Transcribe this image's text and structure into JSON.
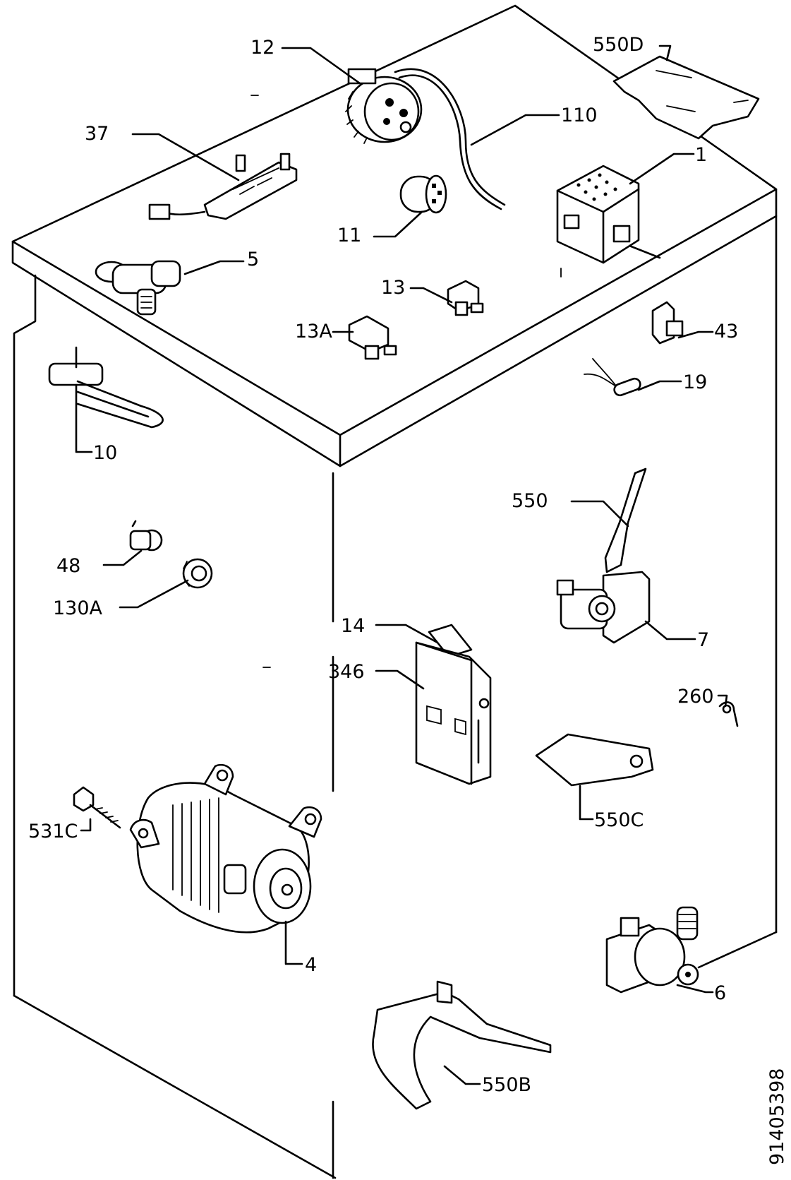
{
  "figure_id": "91405398",
  "labels": [
    {
      "id": "12",
      "text": "12"
    },
    {
      "id": "550D",
      "text": "550D"
    },
    {
      "id": "37",
      "text": "37"
    },
    {
      "id": "110",
      "text": "110"
    },
    {
      "id": "1",
      "text": "1"
    },
    {
      "id": "11",
      "text": "11"
    },
    {
      "id": "5",
      "text": "5"
    },
    {
      "id": "13",
      "text": "13"
    },
    {
      "id": "13A",
      "text": "13A"
    },
    {
      "id": "43",
      "text": "43"
    },
    {
      "id": "19",
      "text": "19"
    },
    {
      "id": "10",
      "text": "10"
    },
    {
      "id": "550",
      "text": "550"
    },
    {
      "id": "48",
      "text": "48"
    },
    {
      "id": "130A",
      "text": "130A"
    },
    {
      "id": "7",
      "text": "7"
    },
    {
      "id": "14",
      "text": "14"
    },
    {
      "id": "346",
      "text": "346"
    },
    {
      "id": "260",
      "text": "260"
    },
    {
      "id": "550C",
      "text": "550C"
    },
    {
      "id": "531C",
      "text": "531C"
    },
    {
      "id": "4",
      "text": "4"
    },
    {
      "id": "6",
      "text": "6"
    },
    {
      "id": "550B",
      "text": "550B"
    }
  ]
}
